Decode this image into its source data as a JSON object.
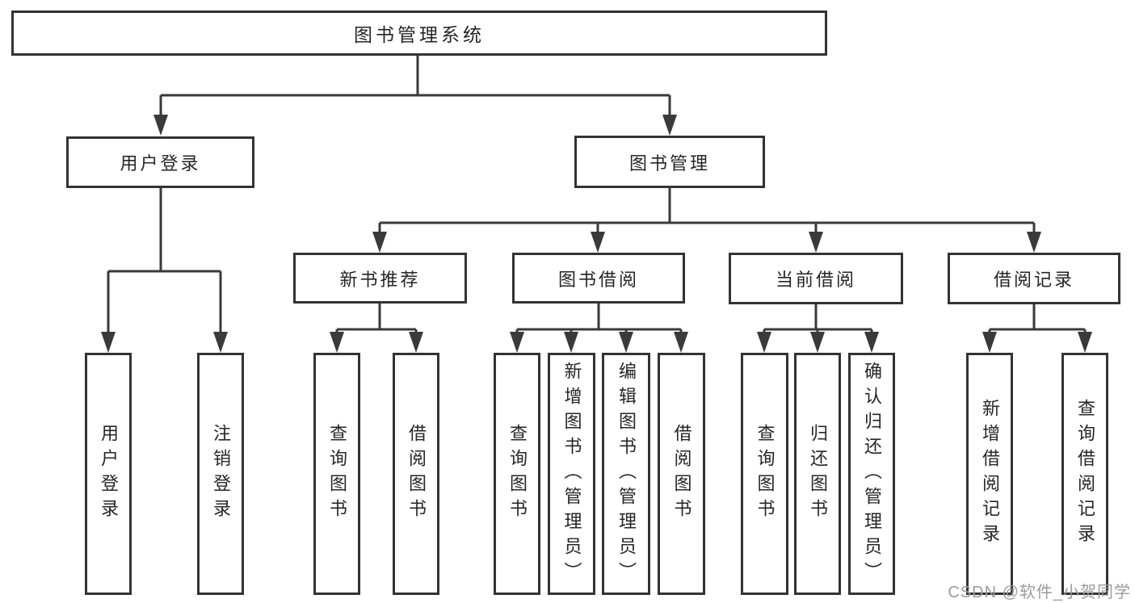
{
  "title": "图书管理系统",
  "watermark": {
    "text": "CSDN @软件_小贺同学",
    "color": "#9b9b9b"
  },
  "colors": {
    "line": "#3a3a3a",
    "box_border": "#333333",
    "box_fill": "#ffffff",
    "text": "#262626",
    "background": "#ffffff",
    "watermark": "#9b9b9b"
  },
  "tree": {
    "label": "图书管理系统",
    "children": [
      {
        "label": "用户登录",
        "children": [
          {
            "label": "用户登录"
          },
          {
            "label": "注销登录"
          }
        ]
      },
      {
        "label": "图书管理",
        "children": [
          {
            "label": "新书推荐",
            "children": [
              {
                "label": "查询图书"
              },
              {
                "label": "借阅图书"
              }
            ]
          },
          {
            "label": "图书借阅",
            "children": [
              {
                "label": "查询图书"
              },
              {
                "label": "新增图书（管理员）"
              },
              {
                "label": "编辑图书（管理员）"
              },
              {
                "label": "借阅图书"
              }
            ]
          },
          {
            "label": "当前借阅",
            "children": [
              {
                "label": "查询图书"
              },
              {
                "label": "归还图书"
              },
              {
                "label": "确认归还（管理员）"
              }
            ]
          },
          {
            "label": "借阅记录",
            "children": [
              {
                "label": "新增借阅记录"
              },
              {
                "label": "查询借阅记录"
              }
            ]
          }
        ]
      }
    ]
  }
}
